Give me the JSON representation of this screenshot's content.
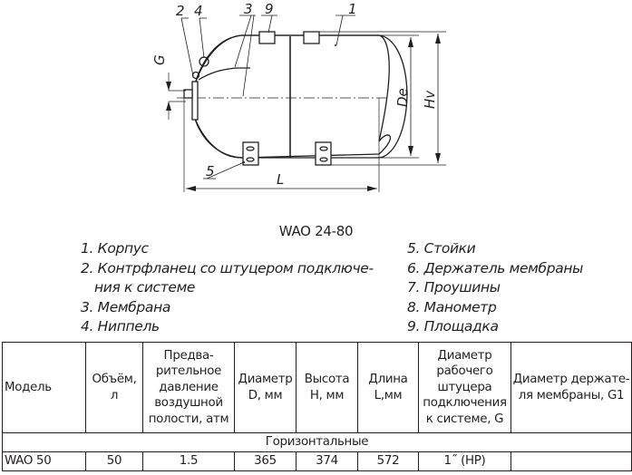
{
  "drawing": {
    "callouts": [
      "1",
      "2",
      "3",
      "4",
      "5",
      "9"
    ],
    "dimensions": {
      "G": "G",
      "De": "De",
      "Hv": "Hv",
      "L": "L"
    }
  },
  "caption": "WAO 24-80",
  "legend": {
    "left": [
      {
        "text": "1. Корпус"
      },
      {
        "text": "2. Контрфланец со штуцером подключе-"
      },
      {
        "text": "ния к системе",
        "continuation": true
      },
      {
        "text": "3. Мембрана"
      },
      {
        "text": "4. Ниппель"
      }
    ],
    "right": [
      {
        "text": "5. Стойки"
      },
      {
        "text": "6. Держатель мембраны"
      },
      {
        "text": "7. Проушины"
      },
      {
        "text": "8. Манометр"
      },
      {
        "text": "9. Площадка"
      }
    ]
  },
  "table": {
    "headers": [
      [
        "Модель"
      ],
      [
        "Объём,",
        "л"
      ],
      [
        "Предва-",
        "рительное",
        "давление",
        "воздушной",
        "полости, атм"
      ],
      [
        "Диаметр",
        "D, мм"
      ],
      [
        "Высота",
        "H, мм"
      ],
      [
        "Длина",
        "L,мм"
      ],
      [
        "Диаметр",
        "рабочего",
        "штуцера",
        "подключения",
        "к системе, G"
      ],
      [
        "Диаметр держате-",
        "ля мембраны, G1"
      ]
    ],
    "section": "Горизонтальные",
    "rows": [
      [
        "WAO 50",
        "50",
        "1.5",
        "365",
        "374",
        "572",
        "1˝ (НР)",
        ""
      ]
    ]
  }
}
